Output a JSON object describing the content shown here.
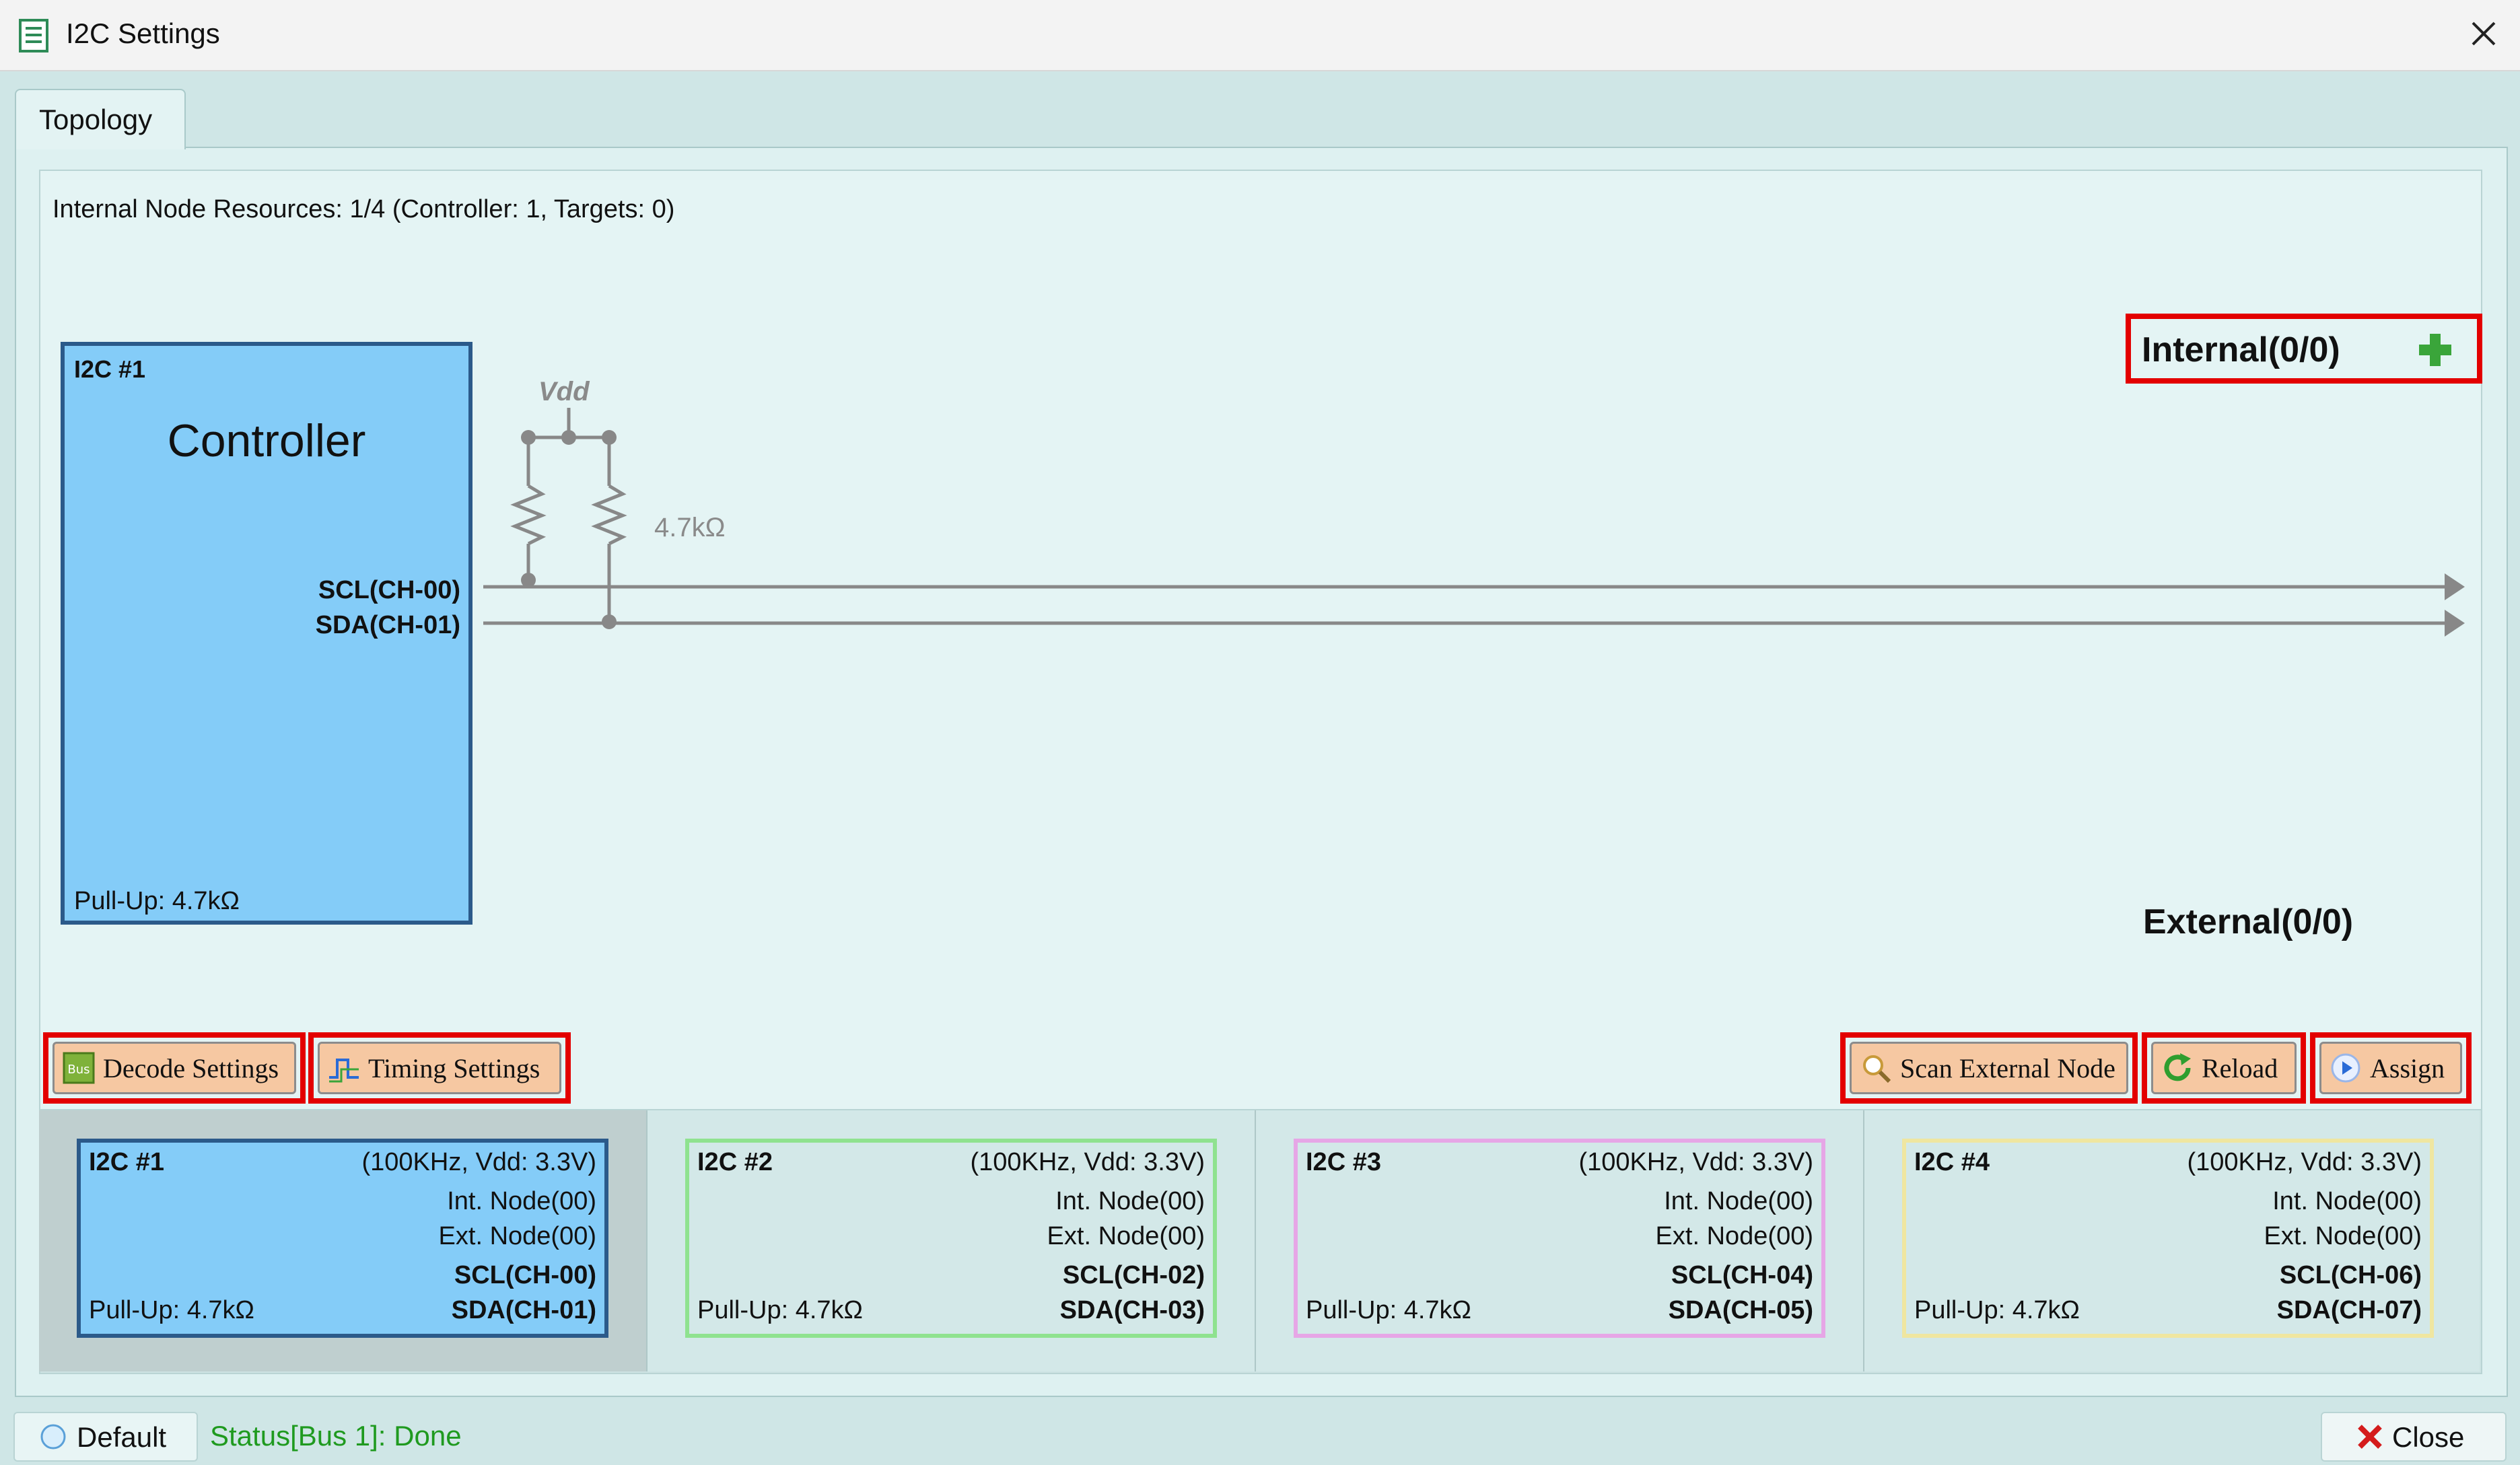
{
  "window": {
    "title": "I2C Settings",
    "icon": "document-list-icon",
    "close_icon": "close-icon"
  },
  "tabs": [
    {
      "label": "Topology",
      "selected": true
    }
  ],
  "topology": {
    "resources": "Internal Node Resources: 1/4 (Controller: 1, Targets: 0)",
    "controller": {
      "id": "I2C #1",
      "role": "Controller",
      "scl": "SCL(CH-00)",
      "sda": "SDA(CH-01)",
      "pullup": "Pull-Up: 4.7kΩ"
    },
    "vdd_label": "Vdd",
    "resistor_label": "4.7kΩ",
    "internal_label": "Internal(0/0)",
    "external_label": "External(0/0)"
  },
  "buttons": {
    "decode": "Decode Settings",
    "timing": "Timing Settings",
    "scan": "Scan External Node",
    "reload": "Reload",
    "assign": "Assign"
  },
  "channels": [
    {
      "id": "I2C #1",
      "spec": "(100KHz, Vdd: 3.3V)",
      "int": "Int. Node(00)",
      "ext": "Ext. Node(00)",
      "scl": "SCL(CH-00)",
      "sda": "SDA(CH-01)",
      "pullup": "Pull-Up: 4.7kΩ",
      "color": "#2b5a8a",
      "fill": "#84ccf8",
      "selected": true
    },
    {
      "id": "I2C #2",
      "spec": "(100KHz, Vdd: 3.3V)",
      "int": "Int. Node(00)",
      "ext": "Ext. Node(00)",
      "scl": "SCL(CH-02)",
      "sda": "SDA(CH-03)",
      "pullup": "Pull-Up: 4.7kΩ",
      "color": "#8fe28f",
      "fill": "#d3e8e8",
      "selected": false
    },
    {
      "id": "I2C #3",
      "spec": "(100KHz, Vdd: 3.3V)",
      "int": "Int. Node(00)",
      "ext": "Ext. Node(00)",
      "scl": "SCL(CH-04)",
      "sda": "SDA(CH-05)",
      "pullup": "Pull-Up: 4.7kΩ",
      "color": "#e6a6e6",
      "fill": "#d3e8e8",
      "selected": false
    },
    {
      "id": "I2C #4",
      "spec": "(100KHz, Vdd: 3.3V)",
      "int": "Int. Node(00)",
      "ext": "Ext. Node(00)",
      "scl": "SCL(CH-06)",
      "sda": "SDA(CH-07)",
      "pullup": "Pull-Up: 4.7kΩ",
      "color": "#efe6a0",
      "fill": "#d3e8e8",
      "selected": false
    }
  ],
  "statusbar": {
    "profile": "Default",
    "status": "Status[Bus 1]: Done",
    "close": "Close"
  },
  "colors": {
    "highlight": "#e30000",
    "button": "#f6c8a2",
    "status_ok": "#1f9a1f"
  }
}
